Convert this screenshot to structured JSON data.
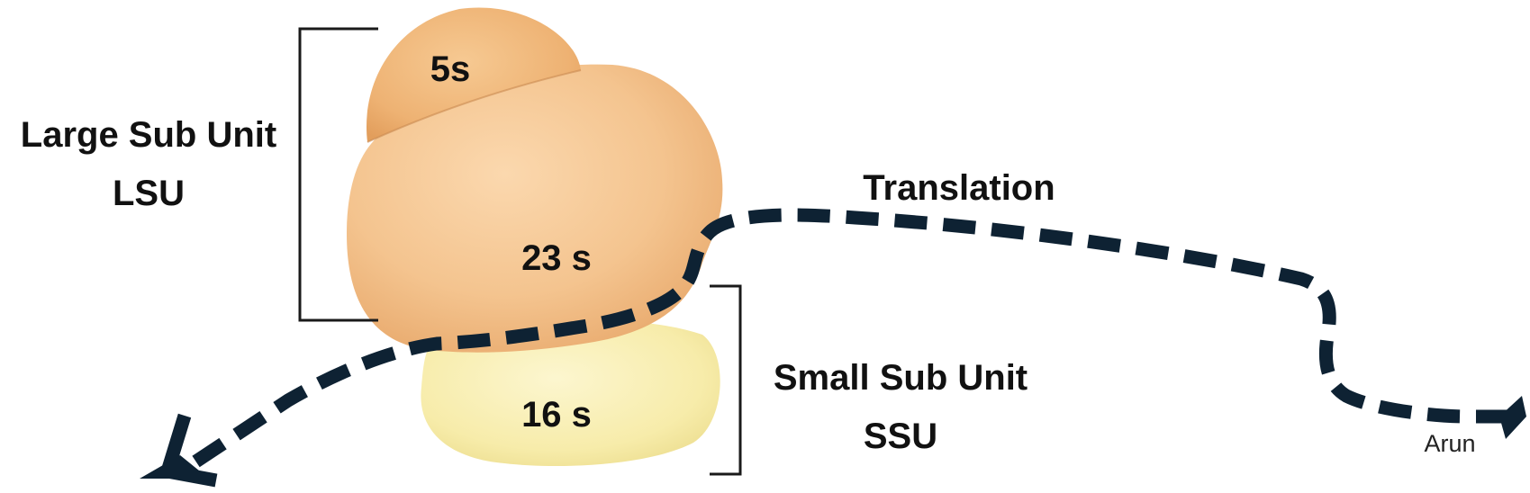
{
  "lsu": {
    "line1": "Large Sub Unit",
    "line2": "LSU"
  },
  "ssu": {
    "line1": "Small Sub Unit",
    "line2": "SSU"
  },
  "subunits": {
    "rrna_5s": "5s",
    "rrna_23s": "23 s",
    "rrna_16s": "16 s"
  },
  "mrna": {
    "label": "Translation"
  },
  "signature": "Arun",
  "colors": {
    "lsu_body": "#f4c48f",
    "cap_5s": "#f0b877",
    "ssu_body": "#f8efb3",
    "mrna_strand": "#0e2233",
    "bracket": "#1a1a1a"
  }
}
